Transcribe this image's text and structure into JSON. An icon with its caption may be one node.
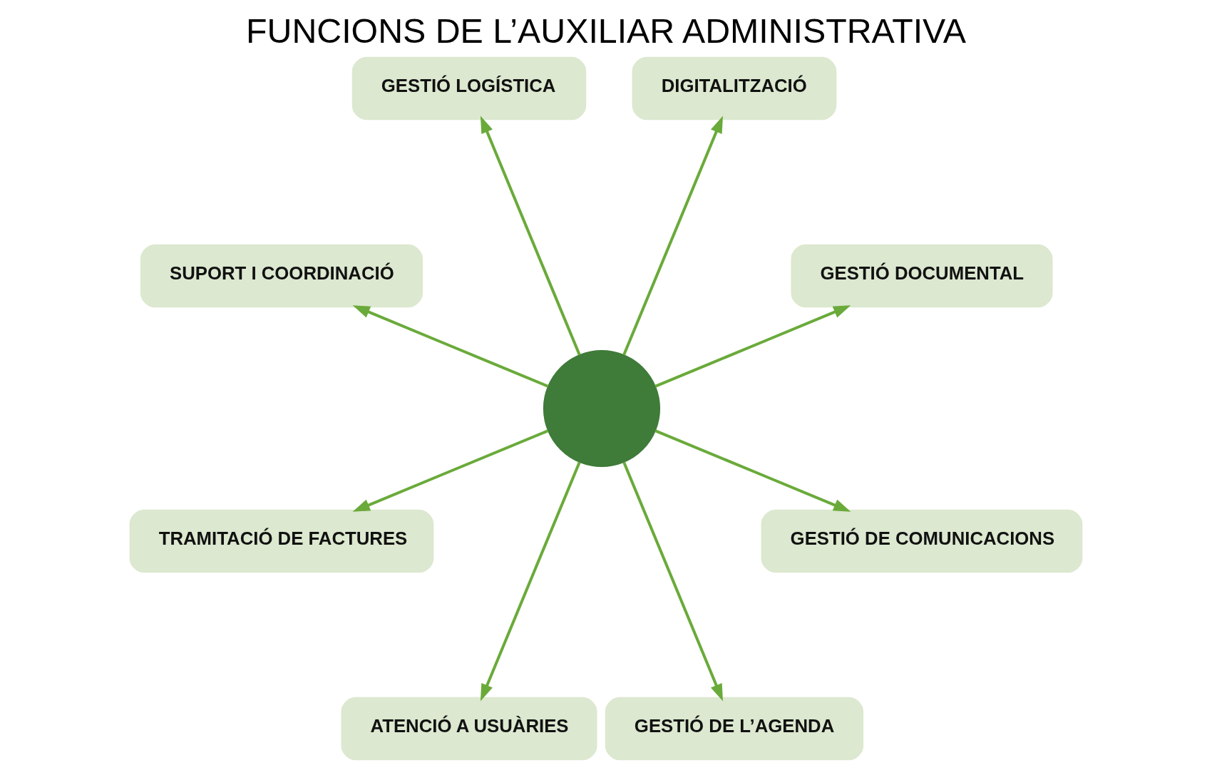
{
  "diagram": {
    "title": "FUNCIONS DE L’AUXILIAR ADMINISTRATIVA",
    "nodes": [
      {
        "text": [
          "GESTIÓ DOCUMENTAL"
        ]
      },
      {
        "text": [
          "DIGITALITZACIÓ"
        ]
      },
      {
        "text": [
          "GESTIÓ LOGÍSTICA"
        ]
      },
      {
        "text": [
          "SUPORT I COORDINACIÓ"
        ]
      },
      {
        "text": [
          "TRAMITACIÓ DE FACTURES"
        ]
      },
      {
        "text": [
          "ATENCIÓ A USUÀRIES"
        ]
      },
      {
        "text": [
          "GESTIÓ DE L’AGENDA"
        ]
      },
      {
        "text": [
          "GESTIÓ DE COMUNICACIONS"
        ]
      },
      {
        "text": [],
        "shape": "circle"
      }
    ],
    "edges": [
      {
        "from": 8,
        "to": 0,
        "arrow": "to"
      },
      {
        "from": 8,
        "to": 1,
        "arrow": "to"
      },
      {
        "from": 8,
        "to": 3,
        "arrow": "to"
      },
      {
        "from": 8,
        "to": 5,
        "arrow": "to"
      },
      {
        "from": 8,
        "to": 7,
        "arrow": "to"
      },
      {
        "from": 8,
        "to": 6,
        "arrow": "to"
      },
      {
        "from": 8,
        "to": 4,
        "arrow": "to"
      },
      {
        "from": 8,
        "to": 2,
        "arrow": "to"
      }
    ]
  }
}
